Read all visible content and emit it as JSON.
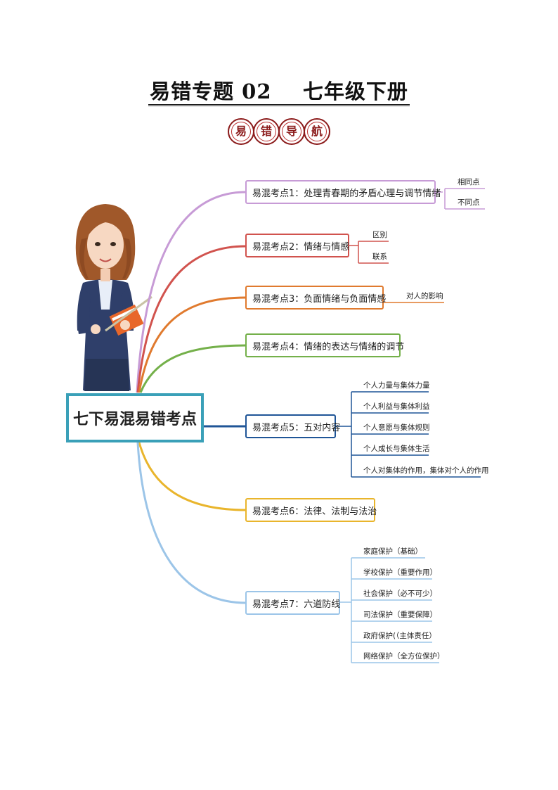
{
  "title": "易错专题 02    七年级下册",
  "badges": [
    "易",
    "错",
    "导",
    "航"
  ],
  "center": "七下易混易错考点",
  "colors": {
    "t1": "#c79bd6",
    "t2": "#d1534e",
    "t3": "#e07a2e",
    "t4": "#74b04a",
    "t5": "#1f5597",
    "t6": "#e9b52c",
    "t7": "#9cc5e8",
    "center_border": "#3aa0b8"
  },
  "topics": [
    {
      "label": "易混考点1：处理青春期的矛盾心理与调节情绪",
      "leaves": [
        "相同点",
        "不同点"
      ]
    },
    {
      "label": "易混考点2：情绪与情感",
      "leaves": [
        "区别",
        "联系"
      ]
    },
    {
      "label": "易混考点3：负面情绪与负面情感",
      "leaves": [
        "对人的影响"
      ]
    },
    {
      "label": "易混考点4：情绪的表达与情绪的调节",
      "leaves": []
    },
    {
      "label": "易混考点5：五对内容",
      "leaves": [
        "个人力量与集体力量",
        "个人利益与集体利益",
        "个人意愿与集体规则",
        "个人成长与集体生活",
        "个人对集体的作用，集体对个人的作用"
      ]
    },
    {
      "label": "易混考点6：法律、法制与法治",
      "leaves": []
    },
    {
      "label": "易混考点7：六道防线",
      "leaves": [
        "家庭保护（基础）",
        "学校保护（重要作用）",
        "社会保护（必不可少）",
        "司法保护（重要保障）",
        "政府保护(（主体责任）",
        "网络保护（全方位保护）"
      ]
    }
  ]
}
